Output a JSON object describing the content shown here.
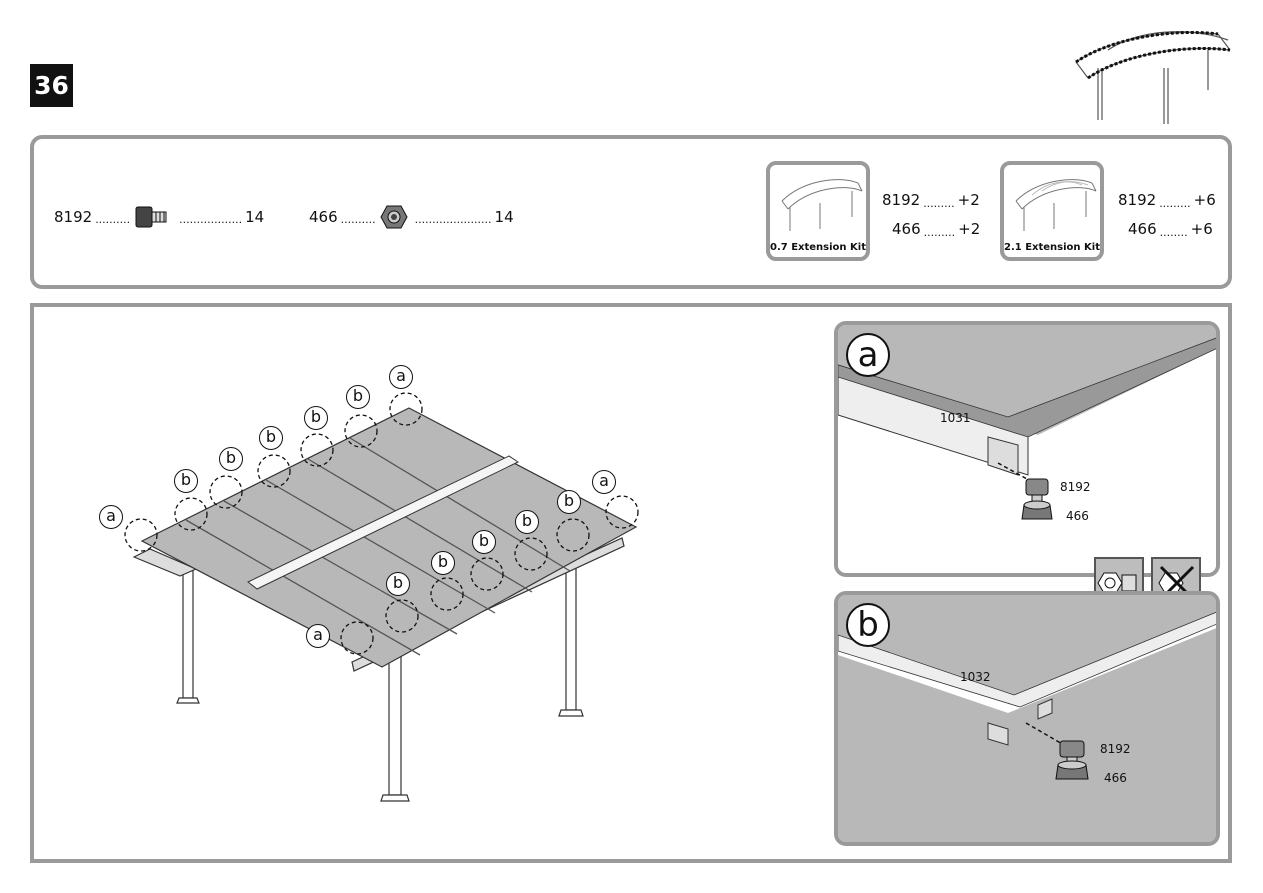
{
  "step": {
    "number": "36"
  },
  "parts": [
    {
      "code": "8192",
      "qty": "14",
      "icon": "bolt-icon"
    },
    {
      "code": "466",
      "qty": "14",
      "icon": "nut-icon"
    }
  ],
  "kits": [
    {
      "label": "0.7 Extension Kit",
      "bolt_code": "8192",
      "bolt_add": "+2",
      "nut_code": "466",
      "nut_add": "+2"
    },
    {
      "label": "2.1 Extension Kit",
      "bolt_code": "8192",
      "bolt_add": "+6",
      "nut_code": "466",
      "nut_add": "+6"
    }
  ],
  "callouts": {
    "a": "a",
    "b": "b"
  },
  "detail_a": {
    "letter": "a",
    "profile": "1031",
    "bolt": "8192",
    "nut": "466"
  },
  "detail_b": {
    "letter": "b",
    "profile": "1032",
    "bolt": "8192",
    "nut": "466"
  },
  "colors": {
    "panel_border": "#9a9a9a",
    "roof": "#b8b8b8",
    "badge": "#111111"
  }
}
